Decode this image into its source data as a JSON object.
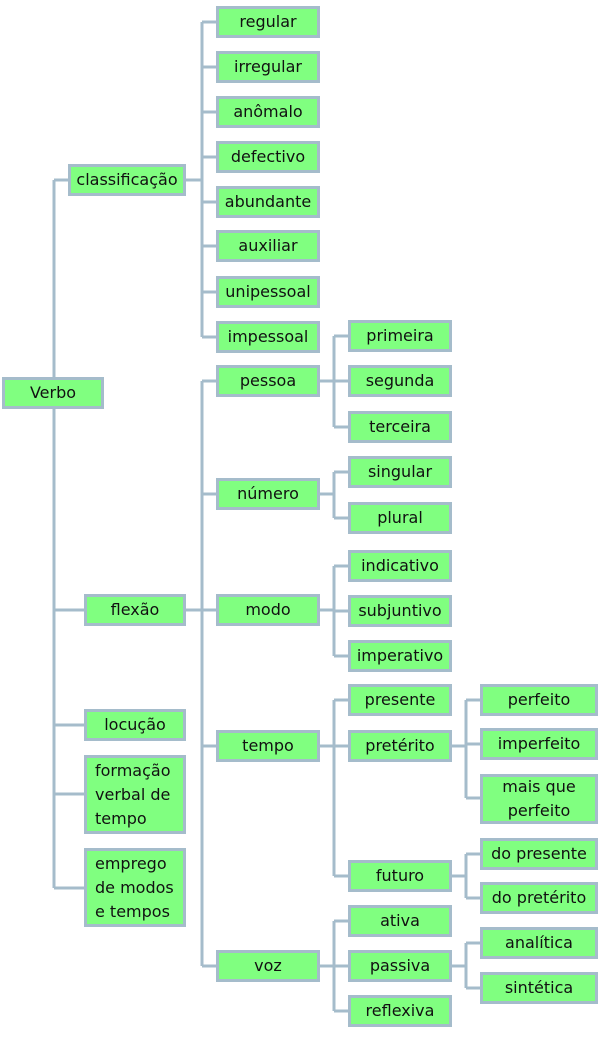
{
  "nodes": {
    "verbo": "Verbo",
    "classificacao": "classificação",
    "regular": "regular",
    "irregular": "irregular",
    "anomalo": "anômalo",
    "defectivo": "defectivo",
    "abundante": "abundante",
    "auxiliar": "auxiliar",
    "unipessoal": "unipessoal",
    "impessoal": "impessoal",
    "flexao": "flexão",
    "pessoa": "pessoa",
    "primeira": "primeira",
    "segunda": "segunda",
    "terceira": "terceira",
    "numero": "número",
    "singular": "singular",
    "plural": "plural",
    "modo": "modo",
    "indicativo": "indicativo",
    "subjuntivo": "subjuntivo",
    "imperativo": "imperativo",
    "tempo": "tempo",
    "presente": "presente",
    "preterito": "pretérito",
    "perfeito": "perfeito",
    "imperfeito": "imperfeito",
    "mais_que_perfeito": "mais que\nperfeito",
    "futuro": "futuro",
    "do_presente": "do presente",
    "do_preterito": "do pretérito",
    "voz": "voz",
    "ativa": "ativa",
    "passiva": "passiva",
    "analitica": "analítica",
    "sintetica": "sintética",
    "reflexiva": "reflexiva",
    "locucao": "locução",
    "formacao": "formação\nverbal de\ntempo",
    "emprego": "emprego\nde modos\ne tempos"
  },
  "colors": {
    "fill": "#80ff80",
    "border": "#a5bccb",
    "line": "#a5bccb"
  }
}
